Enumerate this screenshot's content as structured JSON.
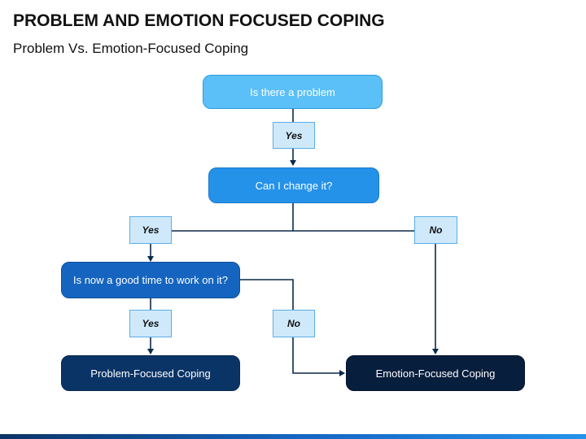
{
  "header": {
    "title": "PROBLEM AND EMOTION FOCUSED COPING",
    "subtitle": "Problem Vs. Emotion-Focused Coping"
  },
  "nodes": {
    "q1": "Is there a problem",
    "q2": "Can I change it?",
    "q3": "Is now a good time to work on it?",
    "r1": "Problem-Focused Coping",
    "r2": "Emotion-Focused Coping"
  },
  "labels": {
    "yes1": "Yes",
    "yes2": "Yes",
    "no1": "No",
    "yes3": "Yes",
    "no2": "No"
  },
  "colors": {
    "light_blue": "#5bc0f8",
    "mid_blue": "#2592ea",
    "dark_blue": "#1565c0",
    "navy": "#0b3466",
    "label_fill": "#cfe9fb",
    "connector": "#0b2a4a"
  }
}
